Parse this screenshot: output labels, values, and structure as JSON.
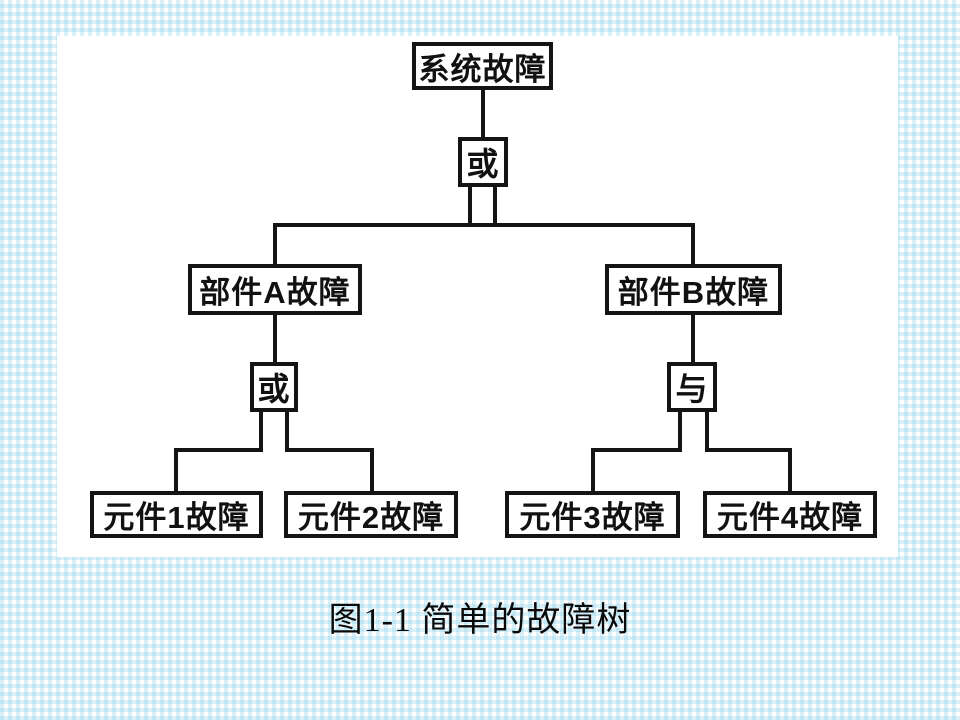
{
  "diagram": {
    "title": "fault-tree",
    "nodes": {
      "root": "系统故障",
      "gate_top": "或",
      "component_a": "部件A故障",
      "component_b": "部件B故障",
      "gate_a": "或",
      "gate_b": "与",
      "element1": "元件1故障",
      "element2": "元件2故障",
      "element3": "元件3故障",
      "element4": "元件4故障"
    },
    "caption": "图1-1 简单的故障树"
  },
  "colors": {
    "line": "#141414",
    "panel": "#ffffff",
    "background_check": "#d9eff8"
  }
}
